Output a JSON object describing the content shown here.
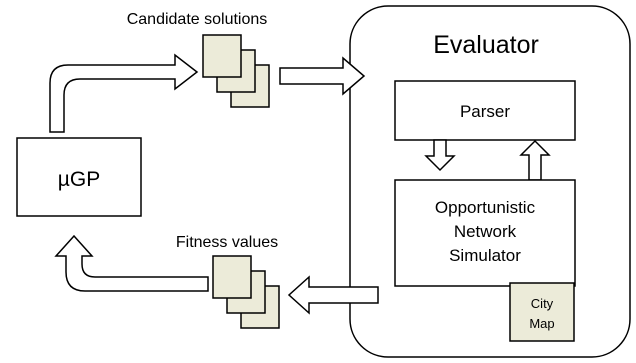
{
  "labels": {
    "candidate_solutions": "Candidate solutions",
    "fitness_values": "Fitness values",
    "ugp": "µGP",
    "evaluator": "Evaluator",
    "parser": "Parser",
    "simulator_line1": "Opportunistic",
    "simulator_line2": "Network",
    "simulator_line3": "Simulator",
    "city_line1": "City",
    "city_line2": "Map"
  },
  "colors": {
    "stroke": "#000000",
    "background": "#ffffff",
    "document_fill": "#ecebd9",
    "city_map_fill": "#ecebd9"
  },
  "icons": {
    "candidate_documents": "document-stack-icon",
    "fitness_documents": "document-stack-icon"
  }
}
